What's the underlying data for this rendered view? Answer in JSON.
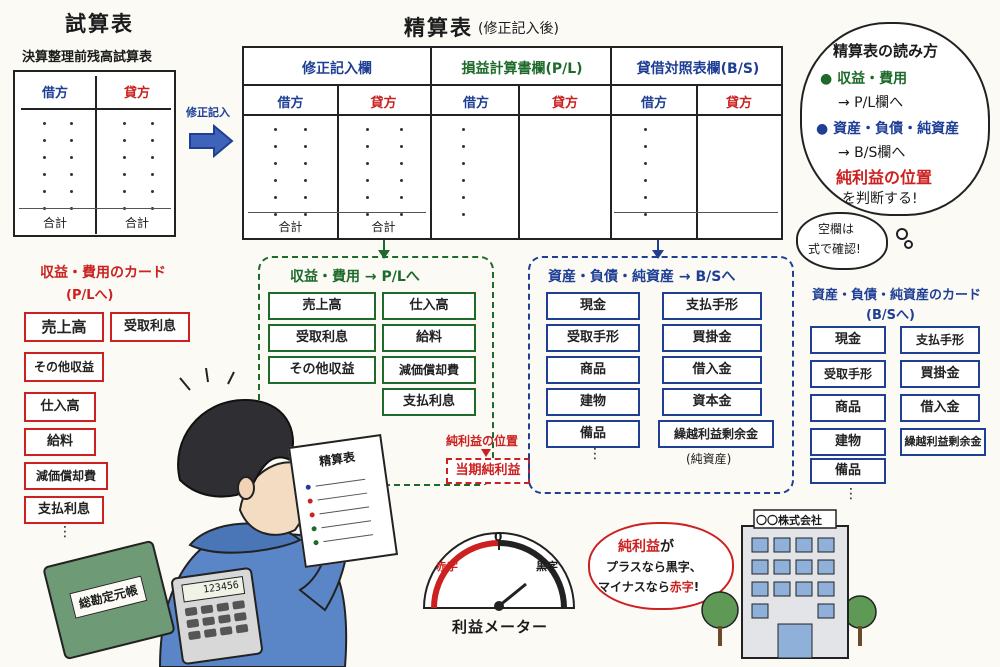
{
  "trial": {
    "title": "試算表",
    "subtitle": "決算整理前残高試算表",
    "debit": "借方",
    "credit": "貸方",
    "total_left": "合計",
    "total_right": "合計"
  },
  "arrow_label": "修正記入",
  "worksheet": {
    "title": "精算表",
    "title_note": "(修正記入後)",
    "sections": [
      {
        "label": "修正記入欄",
        "debit": "借方",
        "credit": "貸方",
        "total_left": "合計",
        "total_right": "合計"
      },
      {
        "label": "損益計算書欄(P/L)",
        "debit": "借方",
        "credit": "貸方"
      },
      {
        "label": "貸借対照表欄(B/S)",
        "debit": "借方",
        "credit": "貸方"
      }
    ]
  },
  "reading_cloud": {
    "title": "精算表の読み方",
    "line1": "収益・費用",
    "line2": "→ P/L欄へ",
    "line3": "資産・負債・純資産",
    "line4": "→ B/S欄へ",
    "line5": "純利益の位置",
    "line6": "を判断する!"
  },
  "small_bubble": {
    "line1": "空欄は",
    "line2": "式で確認!"
  },
  "pl_cards": {
    "title": "収益・費用のカード",
    "subtitle": "(P/Lへ)",
    "items": [
      "売上高",
      "受取利息",
      "その他収益",
      "仕入高",
      "給料",
      "減価償却費",
      "支払利息"
    ],
    "more": "⋮"
  },
  "pl_box": {
    "title": "収益・費用 → P/Lへ",
    "left": [
      "売上高",
      "受取利息",
      "その他収益"
    ],
    "right": [
      "仕入高",
      "給料",
      "減価償却費",
      "支払利息"
    ]
  },
  "bs_box": {
    "title": "資産・負債・純資産 → B/Sへ",
    "left": [
      "現金",
      "受取手形",
      "商品",
      "建物",
      "備品"
    ],
    "right": [
      "支払手形",
      "買掛金",
      "借入金",
      "資本金",
      "繰越利益剰余金"
    ],
    "more": "⋮",
    "note": "(純資産)"
  },
  "bs_cards": {
    "title": "資産・負債・純資産のカード",
    "subtitle": "(B/Sへ)",
    "left": [
      "現金",
      "受取手形",
      "商品",
      "建物",
      "備品"
    ],
    "right": [
      "支払手形",
      "買掛金",
      "借入金",
      "繰越利益剰余金"
    ],
    "more": "⋮"
  },
  "profit_position": {
    "label": "純利益の位置",
    "value": "当期純利益"
  },
  "person_sheet": {
    "title": "精算表"
  },
  "ledger": {
    "title": "総勘定元帳"
  },
  "calculator": {
    "display": "123456"
  },
  "meter": {
    "zero": "0",
    "left": "赤字",
    "right": "黒字",
    "label": "利益メーター"
  },
  "profit_bubble": {
    "line1a": "純利益",
    "line1b": "が",
    "line2a": "プラスなら",
    "line2b": "黒字",
    "line2c": "、",
    "line3a": "マイナスなら",
    "line3b": "赤字",
    "line3c": "!"
  },
  "company": {
    "name": "〇〇株式会社"
  },
  "colors": {
    "blue": "#1f3f95",
    "red": "#cc2121",
    "green": "#1e6a2b"
  }
}
